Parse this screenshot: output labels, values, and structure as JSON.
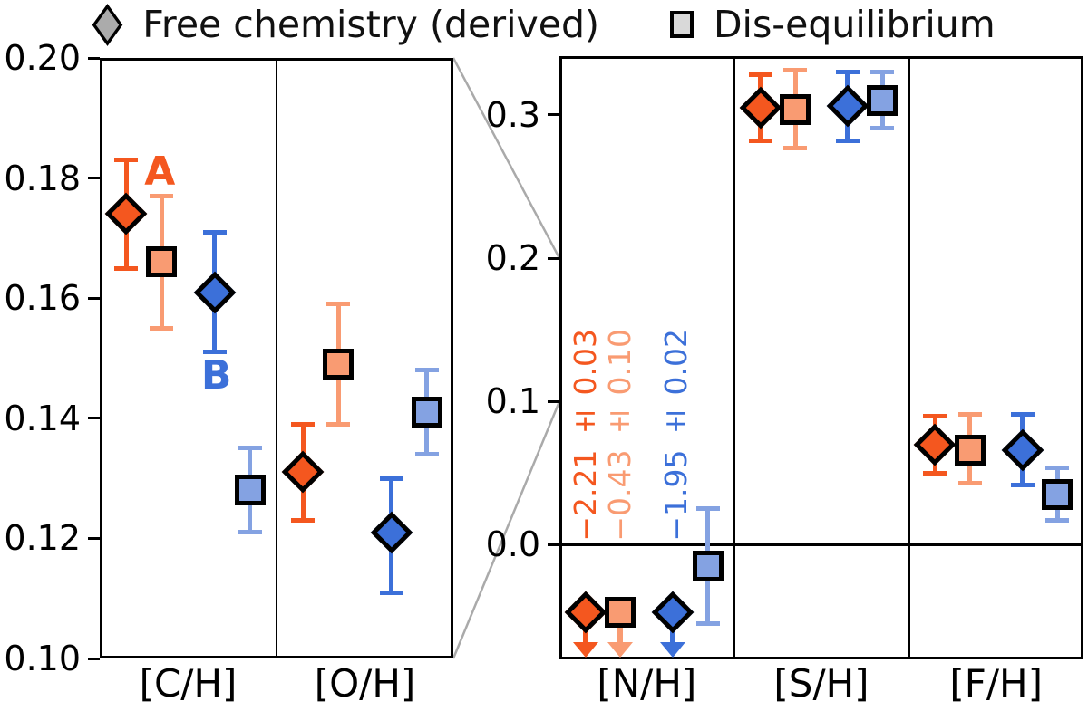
{
  "colors": {
    "model_a_free": "#F4571F",
    "model_a_diseq": "#F99B72",
    "model_b_free": "#3C70D9",
    "model_b_diseq": "#84A2E2",
    "legend_diamond_fill": "#ABABAB",
    "legend_square_fill": "#D9D9D9",
    "axis": "#000000",
    "connector": "#AAAAAA"
  },
  "legend": {
    "items": [
      {
        "marker": "diamond",
        "label": "Free chemistry (derived)"
      },
      {
        "marker": "square",
        "label": "Dis-equilibrium"
      }
    ]
  },
  "chart_data": {
    "type": "scatter",
    "description": "Elemental abundance ratios for two models (A orange, B blue), each with free-chemistry (diamond) and dis-equilibrium (square) retrievals; N/H shows upper limits with downward arrows",
    "x_fractions": [
      0.15,
      0.35,
      0.65,
      0.85
    ],
    "series": [
      {
        "key": "A_free",
        "label": "A free chemistry (derived)",
        "marker": "diamond",
        "color": "#F4571F"
      },
      {
        "key": "A_diseq",
        "label": "A dis-equilibrium",
        "marker": "square",
        "color": "#F99B72"
      },
      {
        "key": "B_free",
        "label": "B free chemistry (derived)",
        "marker": "diamond",
        "color": "#3C70D9"
      },
      {
        "key": "B_diseq",
        "label": "B dis-equilibrium",
        "marker": "square",
        "color": "#84A2E2"
      }
    ],
    "figures": [
      {
        "id": "left",
        "ylim": [
          0.1,
          0.2
        ],
        "yticks": [
          0.2,
          0.18,
          0.16,
          0.14,
          0.12,
          0.1
        ],
        "ytick_labels": [
          "0.20",
          "0.18",
          "0.16",
          "0.14",
          "0.12",
          "0.10"
        ],
        "zero_line": false,
        "groups": [
          {
            "category": "[C/H]",
            "points": [
              {
                "series": "A_free",
                "value": 0.174,
                "err_plus": 0.009,
                "err_minus": 0.009
              },
              {
                "series": "A_diseq",
                "value": 0.166,
                "err_plus": 0.011,
                "err_minus": 0.011
              },
              {
                "series": "B_free",
                "value": 0.161,
                "err_plus": 0.01,
                "err_minus": 0.01
              },
              {
                "series": "B_diseq",
                "value": 0.128,
                "err_plus": 0.007,
                "err_minus": 0.007
              }
            ],
            "text_annotations": [
              {
                "text": "A",
                "color": "#F4571F",
                "x_frac": 0.34,
                "value": 0.181,
                "rotated": false
              },
              {
                "text": "B",
                "color": "#3C70D9",
                "x_frac": 0.66,
                "value": 0.147,
                "rotated": false
              }
            ]
          },
          {
            "category": "[O/H]",
            "points": [
              {
                "series": "A_free",
                "value": 0.131,
                "err_plus": 0.008,
                "err_minus": 0.008
              },
              {
                "series": "A_diseq",
                "value": 0.149,
                "err_plus": 0.01,
                "err_minus": 0.01
              },
              {
                "series": "B_free",
                "value": 0.121,
                "err_plus": 0.009,
                "err_minus": 0.01
              },
              {
                "series": "B_diseq",
                "value": 0.141,
                "err_plus": 0.007,
                "err_minus": 0.007
              }
            ],
            "text_annotations": []
          }
        ]
      },
      {
        "id": "right",
        "ylim": [
          -0.08,
          0.341
        ],
        "yticks": [
          0.3,
          0.2,
          0.1,
          0.0
        ],
        "ytick_labels": [
          "0.3",
          "0.2",
          "0.1",
          "0.0"
        ],
        "zero_line": true,
        "groups": [
          {
            "category": "[N/H]",
            "points": [
              {
                "series": "A_free",
                "value": -0.047,
                "upper_limit": true
              },
              {
                "series": "A_diseq",
                "value": -0.047,
                "upper_limit": true
              },
              {
                "series": "B_free",
                "value": -0.047,
                "upper_limit": true
              },
              {
                "series": "B_diseq",
                "value": -0.015,
                "err_plus": 0.04,
                "err_minus": 0.04
              }
            ],
            "text_annotations": [
              {
                "text": "−2.21 ± 0.03",
                "color": "#F4571F",
                "x_frac": 0.15,
                "rotated": true
              },
              {
                "text": "−0.43 ± 0.10",
                "color": "#F99B72",
                "x_frac": 0.35,
                "rotated": true
              },
              {
                "text": "−1.95 ± 0.02",
                "color": "#3C70D9",
                "x_frac": 0.67,
                "rotated": true
              }
            ]
          },
          {
            "category": "[S/H]",
            "points": [
              {
                "series": "A_free",
                "value": 0.305,
                "err_plus": 0.023,
                "err_minus": 0.023
              },
              {
                "series": "A_diseq",
                "value": 0.304,
                "err_plus": 0.027,
                "err_minus": 0.027
              },
              {
                "series": "B_free",
                "value": 0.306,
                "err_plus": 0.024,
                "err_minus": 0.024
              },
              {
                "series": "B_diseq",
                "value": 0.31,
                "err_plus": 0.02,
                "err_minus": 0.019
              }
            ],
            "text_annotations": []
          },
          {
            "category": "[F/H]",
            "points": [
              {
                "series": "A_free",
                "value": 0.07,
                "err_plus": 0.02,
                "err_minus": 0.02
              },
              {
                "series": "A_diseq",
                "value": 0.066,
                "err_plus": 0.025,
                "err_minus": 0.023
              },
              {
                "series": "B_free",
                "value": 0.066,
                "err_plus": 0.025,
                "err_minus": 0.024
              },
              {
                "series": "B_diseq",
                "value": 0.035,
                "err_plus": 0.019,
                "err_minus": 0.018
              }
            ],
            "text_annotations": []
          }
        ]
      }
    ],
    "connector_lines": [
      {
        "from": "left-panel-top-right",
        "to_value": 0.2
      },
      {
        "from": "left-panel-bottom-right",
        "to_value": 0.1
      }
    ]
  }
}
